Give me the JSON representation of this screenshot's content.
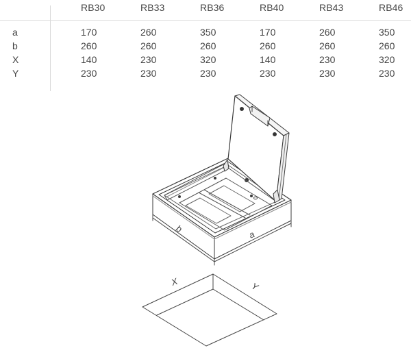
{
  "table": {
    "columns": [
      "RB30",
      "RB33",
      "RB36",
      "RB40",
      "RB43",
      "RB46"
    ],
    "rows": [
      {
        "label": "a",
        "values": [
          "170",
          "260",
          "350",
          "170",
          "260",
          "350"
        ]
      },
      {
        "label": "b",
        "values": [
          "260",
          "260",
          "260",
          "260",
          "260",
          "260"
        ]
      },
      {
        "label": "X",
        "values": [
          "140",
          "230",
          "320",
          "140",
          "230",
          "320"
        ]
      },
      {
        "label": "Y",
        "values": [
          "230",
          "230",
          "230",
          "230",
          "230",
          "230"
        ]
      }
    ]
  },
  "drawing": {
    "box_dimension_labels": {
      "depth": "b",
      "width": "a"
    },
    "recess_dimension_labels": {
      "x": "X",
      "y": "Y"
    }
  }
}
